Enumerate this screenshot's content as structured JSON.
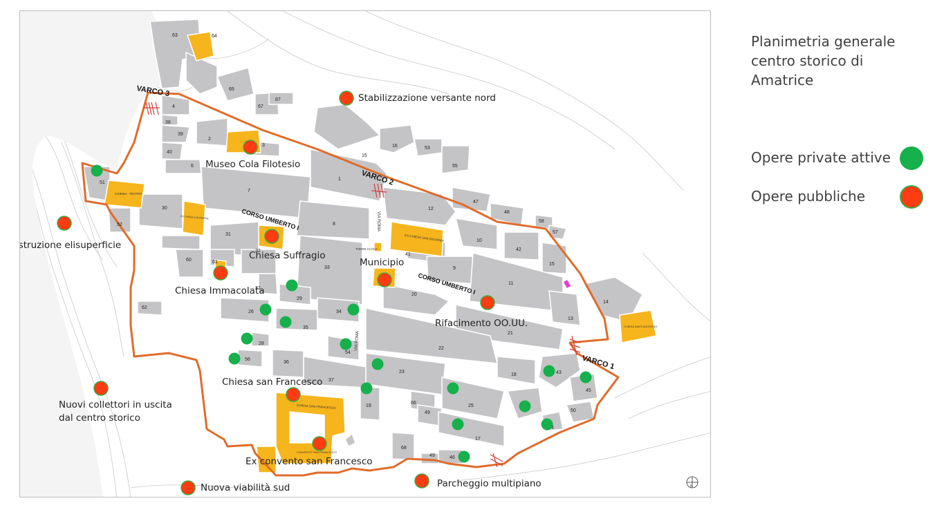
{
  "panel": {
    "title_lines": [
      "Planimetria generale",
      "centro storico di",
      "Amatrice"
    ]
  },
  "legend": {
    "private": {
      "label": "Opere private attive",
      "color": "#16b04c"
    },
    "public": {
      "label": "Opere pubbliche",
      "color": "#ff3b12"
    }
  },
  "map": {
    "north_label": "N",
    "gates": [
      "VARCO 1",
      "VARCO 2",
      "VARCO 3"
    ],
    "streets": [
      "CORSO UMBERTO I",
      "CORSO UMBERTO I",
      "VIA ROMA",
      "VIA ROMA",
      "TORRE CIVICA"
    ],
    "public_sites": [
      "Stabilizzazione versante nord",
      "Museo Cola Filotesio",
      "Costruzione elisuperficie",
      "Chiesa Suffragio",
      "Municipio",
      "Chiesa Immacolata",
      "Rifacimento OO.UU.",
      "Chiesa san Francesco",
      "Nuovi collettori in uscita",
      "dal centro storico",
      "Ex convento san Francesco",
      "Nuova viabilità sud",
      "Parcheggio multipiano"
    ],
    "building_numbers": [
      "63",
      "64",
      "65",
      "4",
      "38",
      "39",
      "40",
      "2",
      "6",
      "67",
      "87",
      "15",
      "16",
      "53",
      "55",
      "1",
      "51",
      "30",
      "7",
      "3",
      "47",
      "48",
      "58",
      "57",
      "12",
      "52",
      "31",
      "8",
      "10",
      "42",
      "32",
      "60",
      "61",
      "33",
      "41",
      "9",
      "15",
      "14",
      "11",
      "37",
      "29",
      "62",
      "26",
      "35",
      "34",
      "20",
      "13",
      "21",
      "28",
      "22",
      "56",
      "36",
      "54",
      "43",
      "18",
      "23",
      "45",
      "37",
      "19",
      "66",
      "49",
      "25",
      "24",
      "50",
      "44",
      "17",
      "68",
      "49",
      "46"
    ],
    "building_labels": [
      "CINEMA · TEATRO",
      "EX CHIESA S.GIUSEPPE",
      "EX CHIESA SAN GIOVANNI",
      "CHIESA SANT'AGOSTINO",
      "CHIESA SAN FRANCESCO",
      "CONVENTO SAN FRANCESCO"
    ]
  }
}
